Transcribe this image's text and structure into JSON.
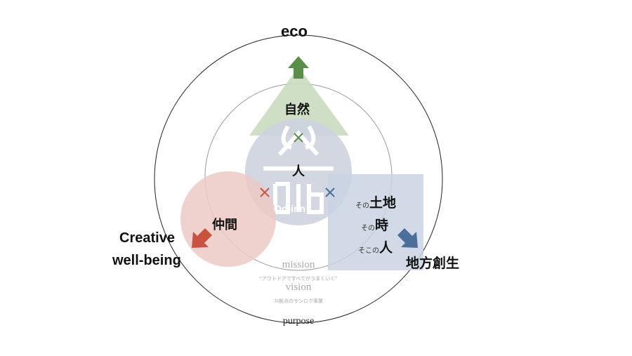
{
  "title": "eco",
  "labels": {
    "eco": "eco",
    "nature": "自然",
    "person": "人",
    "friends": "仲間",
    "creative": "Creative",
    "wellbeing": "well-being",
    "regional": "地方創生",
    "land": "土地",
    "time": "時",
    "people": "人",
    "sono1": "その",
    "sono2": "その",
    "sokono": "そこの",
    "logo": "Od-inn"
  },
  "center": {
    "mission": "mission",
    "mission_text": "“アウトドアですべてがうまくいく”",
    "vision": "vision",
    "vision_text": "36拠点のサンロク事業",
    "purpose": "purpose"
  },
  "colors": {
    "green": "#5a8f4a",
    "red": "#c8543f",
    "blue": "#4a6f9a",
    "greenFill": "#c9dcc0",
    "redFill": "#eccac4",
    "blueFill": "#c9d3e2",
    "logoFill": "#cdd3df"
  }
}
